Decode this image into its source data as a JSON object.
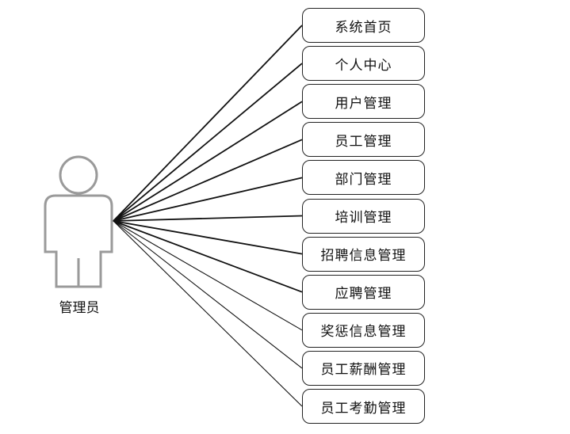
{
  "actor": {
    "label": "管理员"
  },
  "functions": [
    "系统首页",
    "个人中心",
    "用户管理",
    "员工管理",
    "部门管理",
    "培训管理",
    "招聘信息管理",
    "应聘管理",
    "奖惩信息管理",
    "员工薪酬管理",
    "员工考勤管理"
  ]
}
